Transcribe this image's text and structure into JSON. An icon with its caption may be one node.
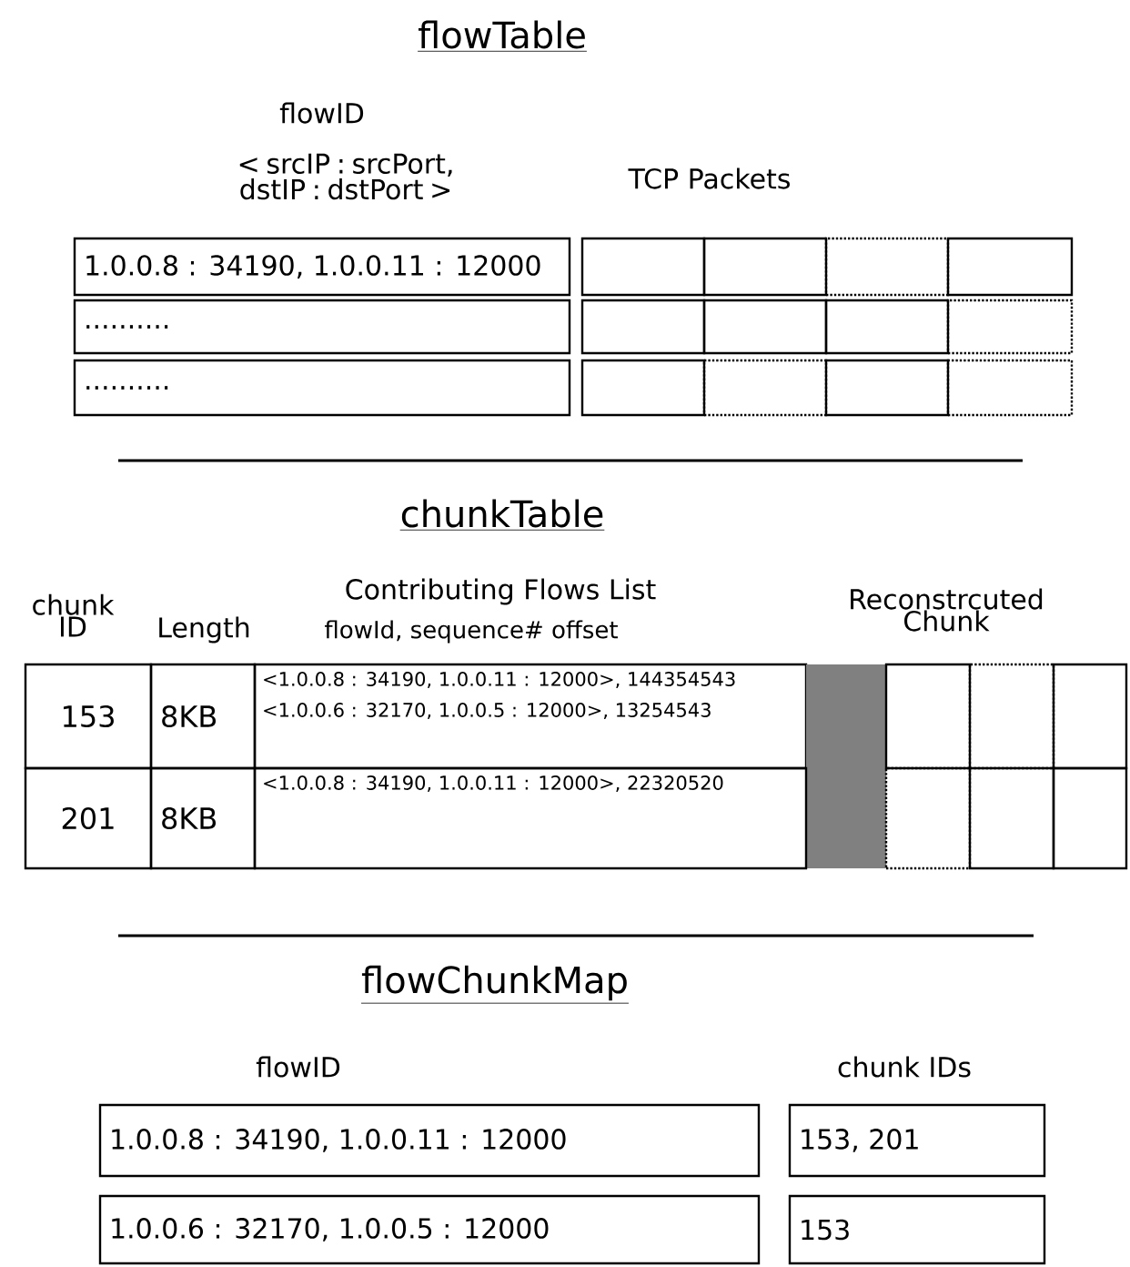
{
  "diagram": {
    "nodes": [
      {
        "text": [
          "1.0.0.8 : 34190, 1.0.0.11 : 12000"
        ]
      },
      {
        "text": [],
        "shape": "box"
      },
      {
        "text": [],
        "shape": "box"
      },
      {
        "text": [],
        "shape": "box"
      },
      {
        "text": [],
        "shape": "box"
      },
      {
        "text": [
          ".........."
        ]
      },
      {
        "text": [],
        "shape": "box"
      },
      {
        "text": [],
        "shape": "box"
      },
      {
        "text": [],
        "shape": "box"
      },
      {
        "text": [],
        "shape": "box"
      },
      {
        "text": [
          ".........."
        ]
      },
      {
        "text": [],
        "shape": "box"
      },
      {
        "text": [],
        "shape": "box"
      },
      {
        "text": [],
        "shape": "box"
      },
      {
        "text": [],
        "shape": "box"
      },
      {
        "text": [
          "153"
        ]
      },
      {
        "text": [
          "8KB"
        ]
      },
      {
        "text": [
          "<1.0.0.8 : 34190, 1.0.0.11 : 12000>, 144354543",
          "<1.0.0.6 : 32170, 1.0.0.5 : 12000>, 13254543"
        ]
      },
      {
        "text": [],
        "shape": "bar"
      },
      {
        "text": [],
        "shape": "box"
      },
      {
        "text": [],
        "shape": "box"
      },
      {
        "text": [],
        "shape": "box"
      },
      {
        "text": [
          "201"
        ]
      },
      {
        "text": [
          "8KB"
        ]
      },
      {
        "text": [
          "<1.0.0.8 : 34190, 1.0.0.11 : 12000>, 22320520"
        ]
      },
      {
        "text": [],
        "shape": "box"
      },
      {
        "text": [],
        "shape": "box"
      },
      {
        "text": [],
        "shape": "box"
      },
      {
        "text": [
          "1.0.0.8 : 34190, 1.0.0.11 : 12000"
        ]
      },
      {
        "text": [
          "153, 201"
        ]
      },
      {
        "text": [
          "1.0.0.6 : 32170, 1.0.0.5 : 12000"
        ]
      },
      {
        "text": [
          "153"
        ]
      }
    ],
    "labels": [
      "flowTable",
      "flowID",
      "< srcIP : srcPort, dstIP : dstPort >",
      "TCP Packets",
      "chunkTable",
      "chunk ID",
      "Length",
      "Contributing Flows List",
      "flowId, sequence# offset",
      "Reconstrcuted Chunk",
      "flowChunkMap",
      "flowID",
      "chunk IDs"
    ]
  }
}
